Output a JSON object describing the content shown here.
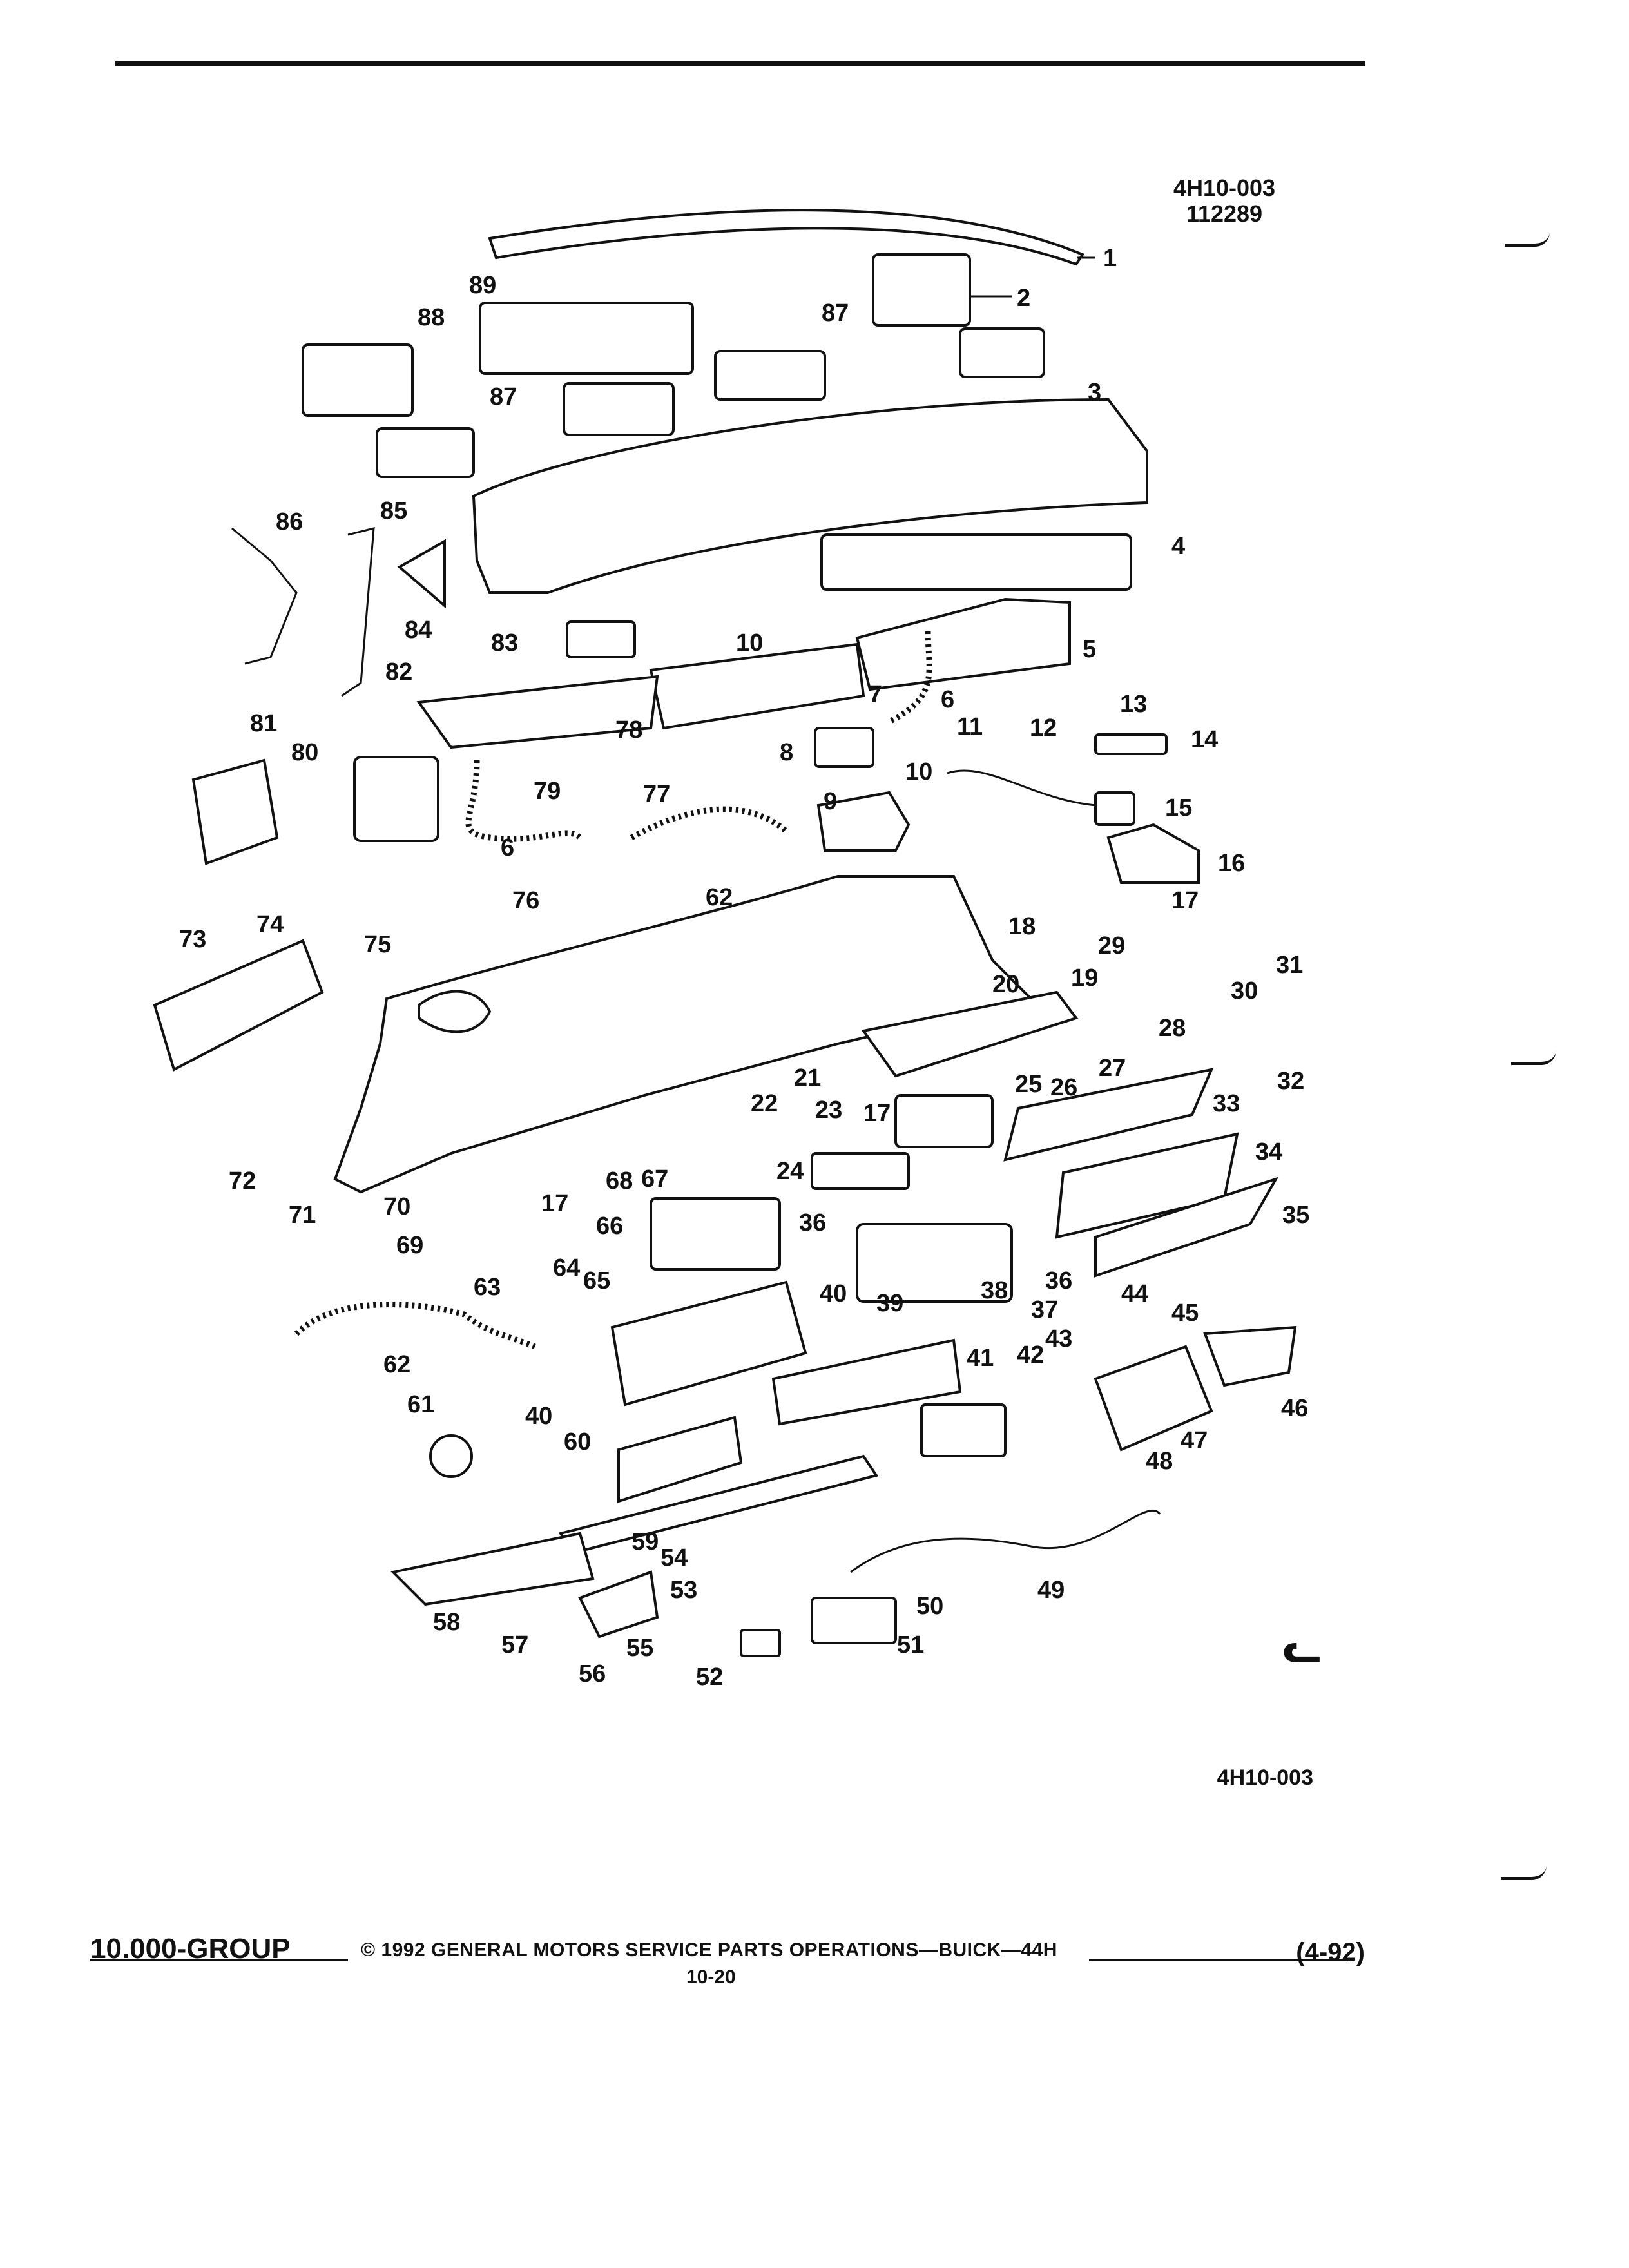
{
  "header": {
    "ref_code": "4H10-003",
    "ref_number": "112289"
  },
  "diagram": {
    "bottom_ref": "4H10-003",
    "mark": "ᓚ",
    "callouts": [
      "1",
      "2",
      "3",
      "4",
      "5",
      "6",
      "6",
      "7",
      "8",
      "9",
      "10",
      "10",
      "11",
      "12",
      "13",
      "14",
      "15",
      "16",
      "17",
      "17",
      "17",
      "18",
      "19",
      "20",
      "21",
      "22",
      "23",
      "24",
      "25",
      "26",
      "27",
      "28",
      "29",
      "30",
      "31",
      "32",
      "33",
      "34",
      "35",
      "36",
      "36",
      "37",
      "38",
      "39",
      "40",
      "40",
      "41",
      "42",
      "43",
      "44",
      "45",
      "46",
      "47",
      "48",
      "49",
      "50",
      "51",
      "52",
      "53",
      "54",
      "55",
      "56",
      "57",
      "58",
      "59",
      "60",
      "61",
      "62",
      "62",
      "63",
      "64",
      "65",
      "66",
      "67",
      "68",
      "69",
      "70",
      "71",
      "72",
      "73",
      "74",
      "75",
      "76",
      "77",
      "78",
      "79",
      "80",
      "81",
      "82",
      "83",
      "84",
      "85",
      "86",
      "87",
      "87",
      "88",
      "89"
    ]
  },
  "footer": {
    "group": "10.000-GROUP",
    "copyright": "© 1992 GENERAL MOTORS SERVICE PARTS OPERATIONS—BUICK—44H",
    "page": "10-20",
    "revision": "(4-92)"
  }
}
